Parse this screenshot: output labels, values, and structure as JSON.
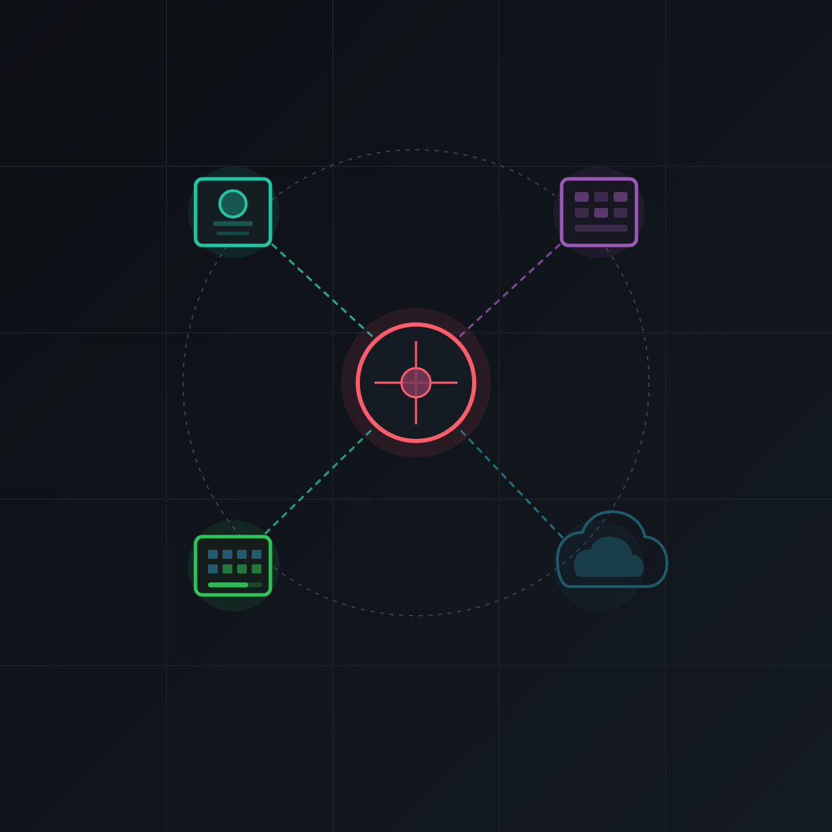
{
  "theme": {
    "background_top": "#0d1015",
    "background_bottom": "#141a22",
    "grid_color": "#1a1f27",
    "orbit_color": "#3a404c",
    "center_color": "#ff5c6c",
    "profile_color": "#1fc7a5",
    "grid_app_color": "#9b59b6",
    "keyboard_color": "#2ec45a",
    "cloud_color": "#1f5a6a"
  },
  "diagram": {
    "center": {
      "name": "crosshair-target-icon",
      "color": "#ff5c6c"
    },
    "nodes": [
      {
        "id": "profile",
        "name": "profile-card-icon",
        "color": "#1fc7a5",
        "link_color": "#1fa88c",
        "position": "top-left"
      },
      {
        "id": "apps",
        "name": "app-grid-icon",
        "color": "#9b59b6",
        "link_color": "#7b4a94",
        "position": "top-right"
      },
      {
        "id": "keyboard",
        "name": "keyboard-icon",
        "color": "#2ec45a",
        "link_color": "#1f9e7e",
        "position": "bottom-left"
      },
      {
        "id": "cloud",
        "name": "cloud-icon",
        "color": "#1f5a6a",
        "link_color": "#1f6f7e",
        "position": "bottom-right"
      }
    ]
  }
}
